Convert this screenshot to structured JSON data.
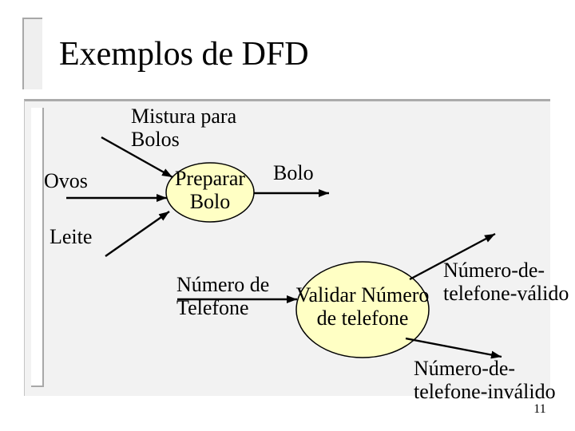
{
  "slide": {
    "title": "Exemplos de DFD",
    "page_number": "11"
  },
  "colors": {
    "background": "#ffffff",
    "panel_background": "#f2f2f2",
    "panel_border_top": "#ababab",
    "accent_bar_border": "#a8a8a8",
    "process_fill": "#ffffc4",
    "process_stroke": "#000000",
    "arrow_color": "#000000",
    "text_color": "#000000"
  },
  "diagram": {
    "processes": [
      {
        "id": "preparar-bolo",
        "label": "Preparar\nBolo"
      },
      {
        "id": "validar-numero",
        "label": "Validar Número\nde telefone"
      }
    ],
    "flow_labels": {
      "mistura": "Mistura para\nBolos",
      "ovos": "Ovos",
      "leite": "Leite",
      "bolo": "Bolo",
      "numero_telefone": "Número de\nTelefone",
      "numero_valido": "Número-de-\ntelefone-válido",
      "numero_invalido": "Número-de-\ntelefone-inválido"
    }
  }
}
